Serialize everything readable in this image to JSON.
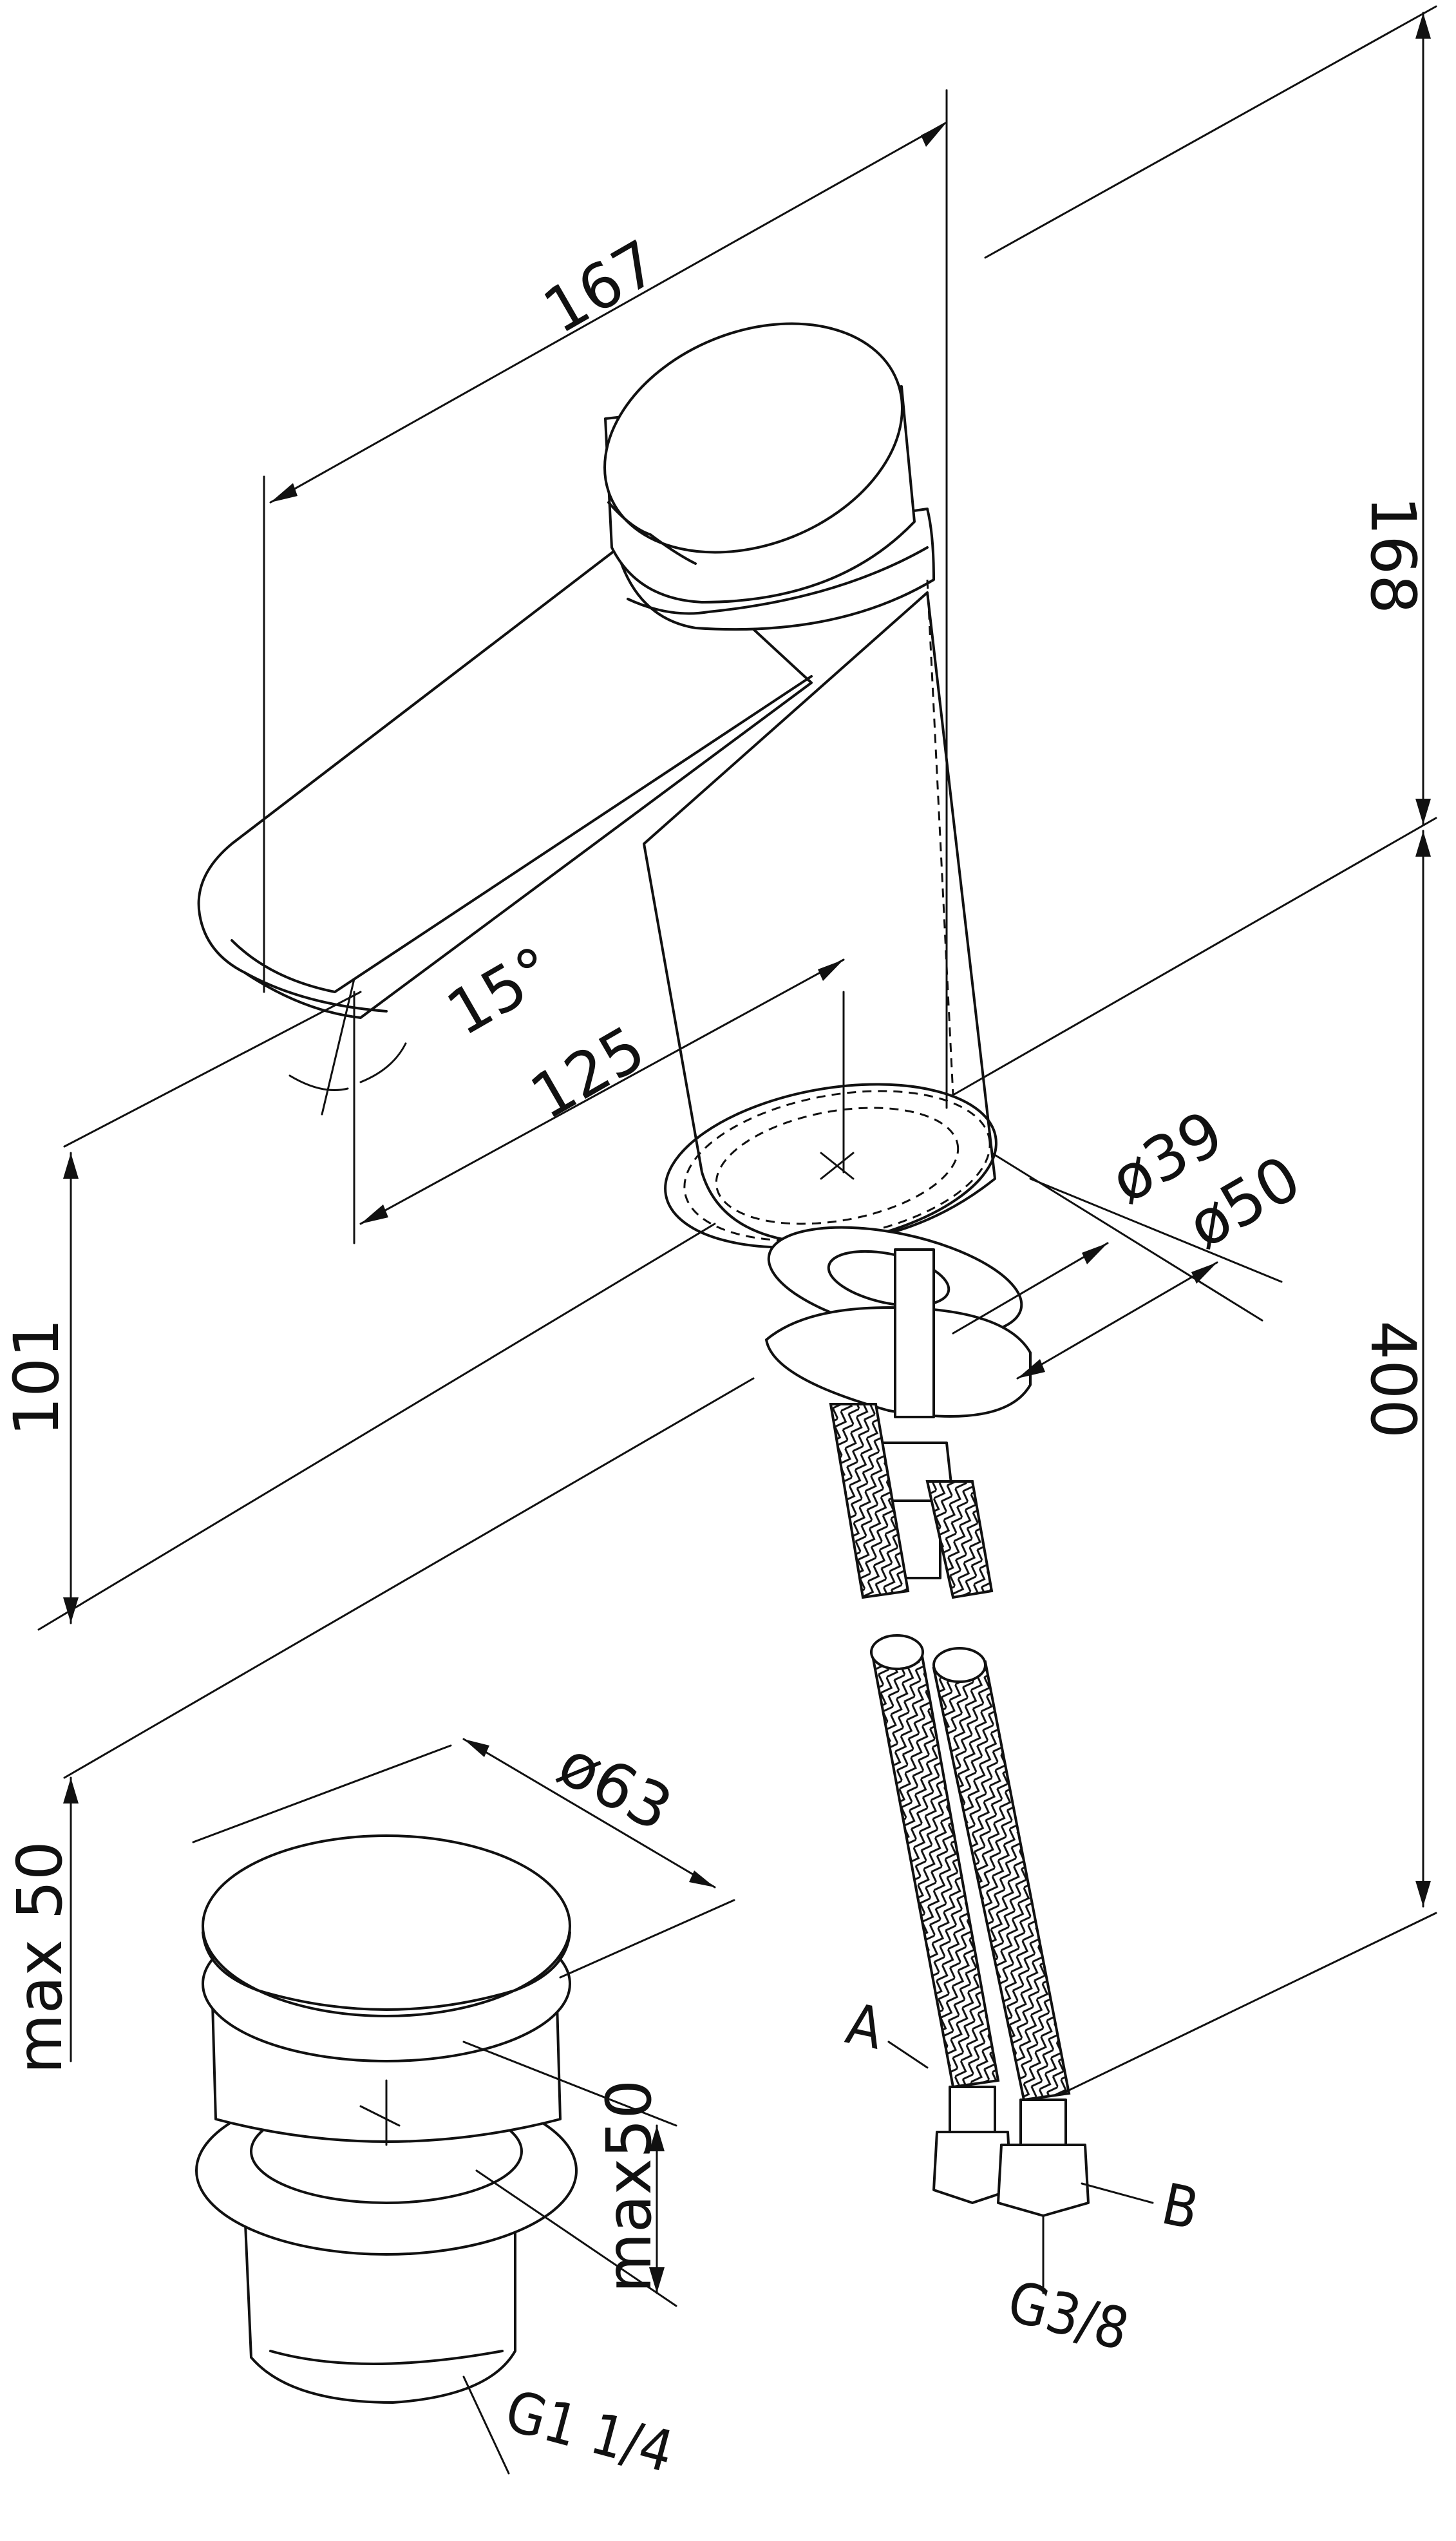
{
  "dimensions": {
    "spout_length": "167",
    "height_top": "168",
    "spout_angle": "15°",
    "spout_reach": "125",
    "body_diameter_inner": "ø39",
    "body_diameter_outer": "ø50",
    "counter_height": "101",
    "hose_length": "400",
    "max_depth_left": "max 50",
    "drain_diameter": "ø63",
    "drain_max_depth": "max50"
  },
  "labels": {
    "hose_a": "A",
    "hose_b": "B",
    "hose_thread": "G3/8",
    "drain_thread": "G1 1/4"
  },
  "colors": {
    "line": "#111111",
    "background": "#ffffff"
  }
}
